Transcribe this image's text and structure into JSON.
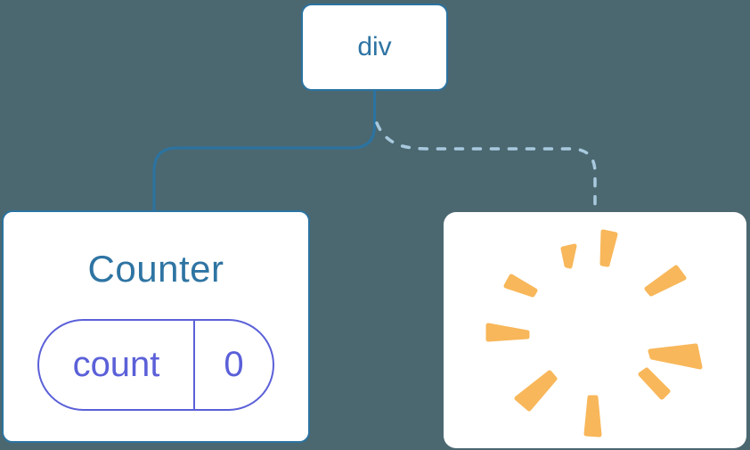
{
  "diagram": {
    "root": {
      "label": "div"
    },
    "counter": {
      "title": "Counter",
      "state": {
        "key": "count",
        "value": "0"
      }
    },
    "removed": {
      "icon": "poof-icon"
    }
  },
  "colors": {
    "background": "#4B6871",
    "node_fill": "#FFFFFF",
    "node_border": "#2B73A1",
    "node_text": "#2E74A3",
    "edge_solid": "#2B73A1",
    "edge_dashed": "#A8C9DE",
    "state_accent": "#5B60D8",
    "poof": "#F8B75A"
  }
}
